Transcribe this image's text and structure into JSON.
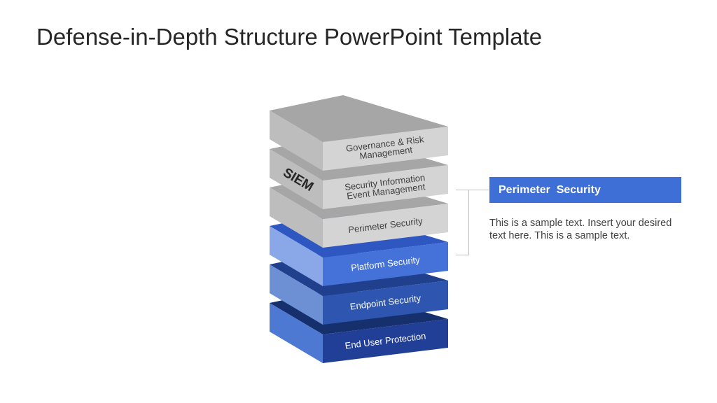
{
  "title": "Defense-in-Depth Structure PowerPoint Template",
  "siem_label": "SIEM",
  "layers": [
    {
      "id": "governance",
      "lines": [
        "Governance & Risk",
        "Management"
      ],
      "top": "#a6a6a6",
      "front": "#d4d4d4",
      "side": "#bdbdbd",
      "text": "#404040"
    },
    {
      "id": "siem",
      "lines": [
        "Security Information",
        "Event Management"
      ],
      "top": "#a6a6a6",
      "front": "#d4d4d4",
      "side": "#bdbdbd",
      "text": "#404040"
    },
    {
      "id": "perimeter",
      "lines": [
        "Perimeter Security"
      ],
      "top": "#a6a6a6",
      "front": "#d4d4d4",
      "side": "#bdbdbd",
      "text": "#404040"
    },
    {
      "id": "platform",
      "lines": [
        "Platform Security"
      ],
      "top": "#2e57c2",
      "front": "#4472d8",
      "side": "#8aa7e8",
      "text": "#ffffff"
    },
    {
      "id": "endpoint",
      "lines": [
        "Endpoint Security"
      ],
      "top": "#203f8c",
      "front": "#2e55b0",
      "side": "#6d8fd4",
      "text": "#ffffff"
    },
    {
      "id": "end-user",
      "lines": [
        "End User Protection"
      ],
      "top": "#16306e",
      "front": "#213f96",
      "side": "#4d79d2",
      "text": "#ffffff"
    }
  ],
  "callout": {
    "heading": "Perimeter  Security",
    "body": "This is a sample text. Insert your desired text here. This is a sample text."
  }
}
